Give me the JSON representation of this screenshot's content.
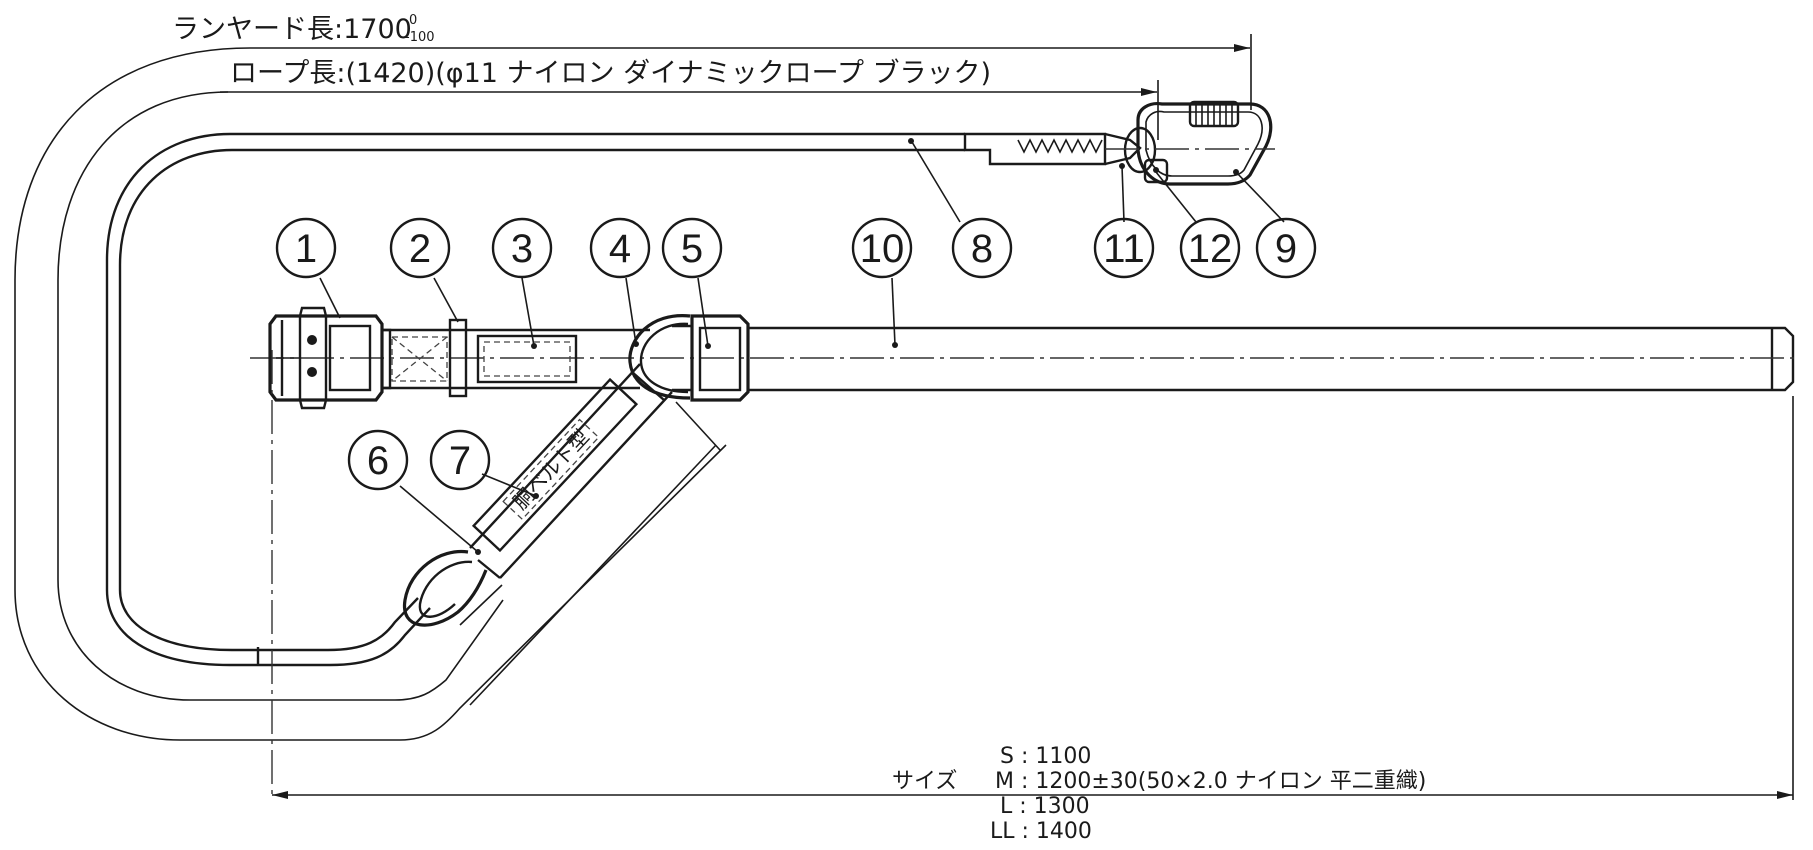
{
  "dimensions": {
    "lanyard_length_label": "ランヤード長:1700",
    "lanyard_tol_upper": "0",
    "lanyard_tol_lower": "-100",
    "rope_length_label": "ロープ長:(1420)(φ11 ナイロン ダイナミックロープ ブラック)",
    "size_label": "サイズ",
    "size_s": "S : 1100",
    "size_m": "M : 1200±30(50×2.0 ナイロン 平二重織)",
    "size_l": "L : 1300",
    "size_ll": "LL : 1400"
  },
  "belt_marking": "胴ベルト型",
  "callouts": [
    "1",
    "2",
    "3",
    "4",
    "5",
    "6",
    "7",
    "8",
    "9",
    "10",
    "11",
    "12"
  ]
}
